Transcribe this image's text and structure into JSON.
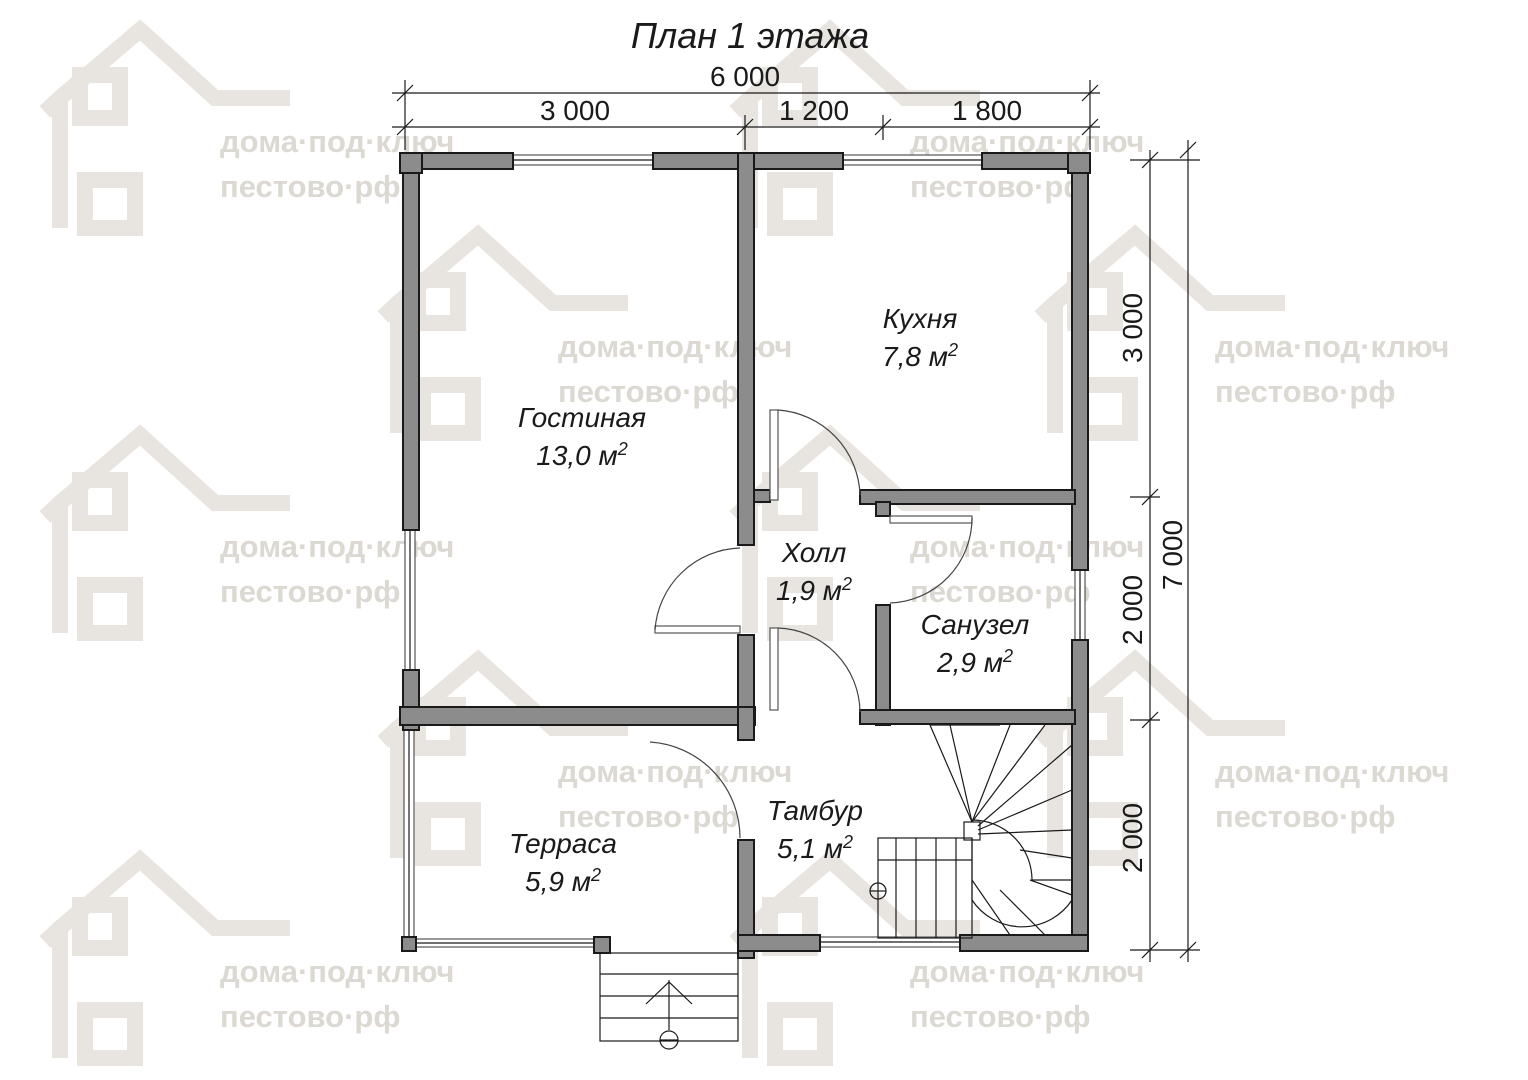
{
  "title": "План 1 этажа",
  "watermark": {
    "line1": "дома·под·ключ",
    "line2": "пестово·рф"
  },
  "dimensions": {
    "total_width": "6 000",
    "seg_left": "3 000",
    "seg_middle": "1 200",
    "seg_right": "1 800",
    "right_top": "3 000",
    "right_mid": "2 000",
    "right_bottom": "2 000",
    "total_height": "7 000"
  },
  "rooms": {
    "living": {
      "name": "Гостиная",
      "area": "13,0 м"
    },
    "kitchen": {
      "name": "Кухня",
      "area": "7,8 м"
    },
    "hall": {
      "name": "Холл",
      "area": "1,9 м"
    },
    "bathroom": {
      "name": "Санузел",
      "area": "2,9 м"
    },
    "vestibule": {
      "name": "Тамбур",
      "area": "5,1 м"
    },
    "terrace": {
      "name": "Терраса",
      "area": "5,9 м"
    },
    "area_unit_exponent": "2"
  },
  "colors": {
    "wall": "#8c8c8c",
    "watermark": "#dcd8d2",
    "line": "#1a1a1a"
  }
}
